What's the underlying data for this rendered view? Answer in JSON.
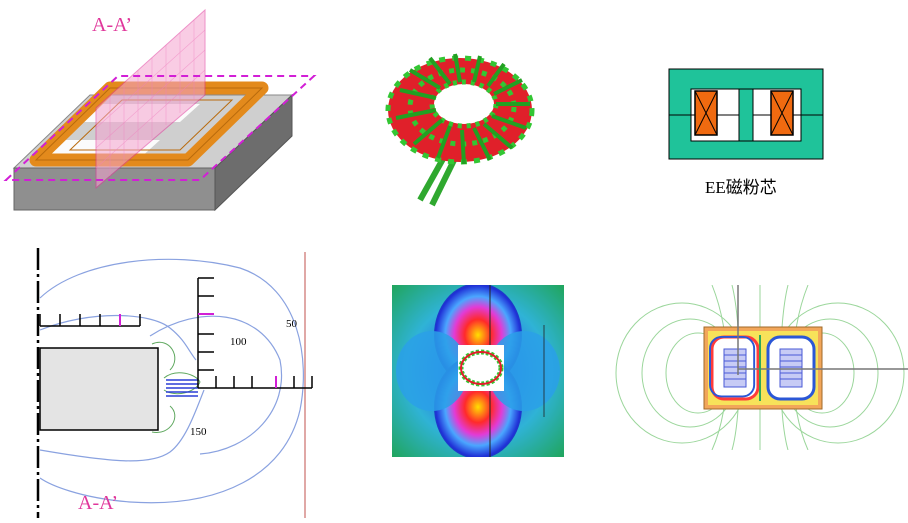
{
  "panels": {
    "inductor_3d": {
      "section_label": "A-A’"
    },
    "toroid_photo": {},
    "ee_core": {
      "caption": "EE磁粉芯"
    },
    "field_contour": {
      "section_label": "A-A’",
      "contour_labels": [
        "50",
        "100",
        "150"
      ]
    },
    "toroid_field_map": {},
    "ee_field_map": {}
  },
  "colors": {
    "pink_label": "#e0379b",
    "copper": "#e38a1c",
    "ferrite_green": "#1fc39a",
    "winding_orange": "#f06a10",
    "contour_blue": "#8aa2e0",
    "toroid_red": "#e0202a",
    "toroid_green": "#33c633"
  }
}
